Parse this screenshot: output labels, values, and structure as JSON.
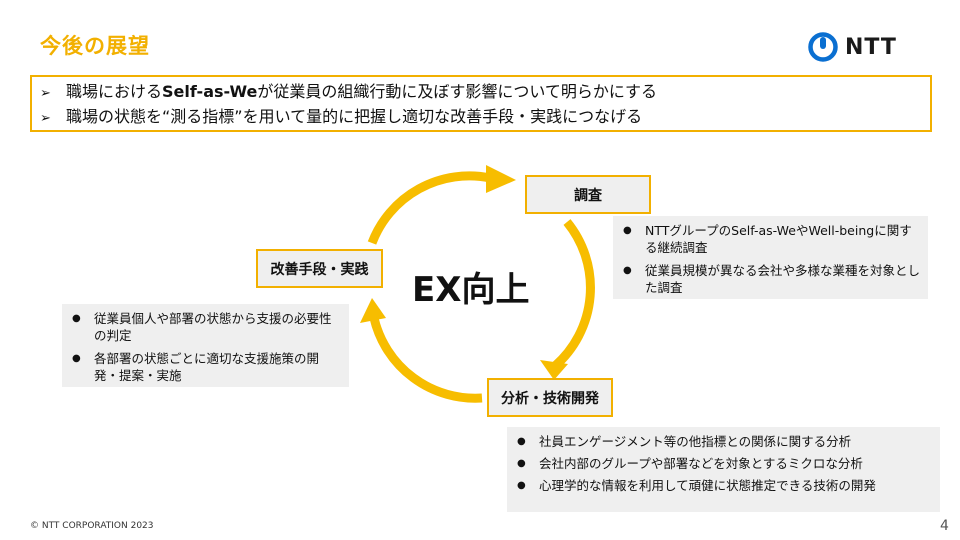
{
  "header": {
    "title": "今後の展望",
    "logo_text": "NTT"
  },
  "summary": {
    "line1_pre": "職場における",
    "line1_bold": "Self-as-We",
    "line1_post": "が従業員の組織行動に及ぼす影響について明らかにする",
    "line2": "職場の状態を“測る指標”を用いて量的に把握し適切な改善手段・実践につなげる"
  },
  "cycle": {
    "center": "EX向上",
    "survey": {
      "label": "調査",
      "items": [
        "NTTグループのSelf-as-WeやWell-beingに関する継続調査",
        "従業員規模が異なる会社や多様な業種を対象とした調査"
      ]
    },
    "improve": {
      "label": "改善手段・実践",
      "items": [
        "従業員個人や部署の状態から支援の必要性の判定",
        "各部署の状態ごとに適切な支援施策の開発・提案・実施"
      ]
    },
    "analysis": {
      "label": "分析・技術開発",
      "items": [
        "社員エンゲージメント等の他指標との関係に関する分析",
        "会社内部のグループや部署などを対象とするミクロな分析",
        "心理学的な情報を利用して頑健に状態推定できる技術の開発"
      ]
    }
  },
  "footer": {
    "copyright": "© NTT CORPORATION 2023",
    "page": "4"
  },
  "colors": {
    "accent": "#f2b000",
    "box_bg": "#efefef"
  }
}
